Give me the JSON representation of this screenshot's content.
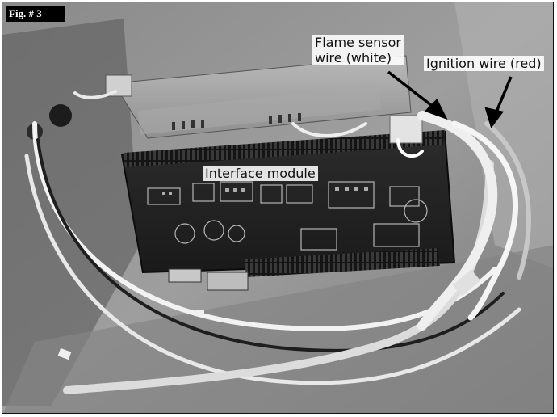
{
  "figure": {
    "label": "Fig. # 3"
  },
  "callouts": {
    "flame_sensor_line1": "Flame sensor",
    "flame_sensor_line2": "wire (white)",
    "ignition": "Ignition wire (red)",
    "interface_module": "Interface module"
  }
}
